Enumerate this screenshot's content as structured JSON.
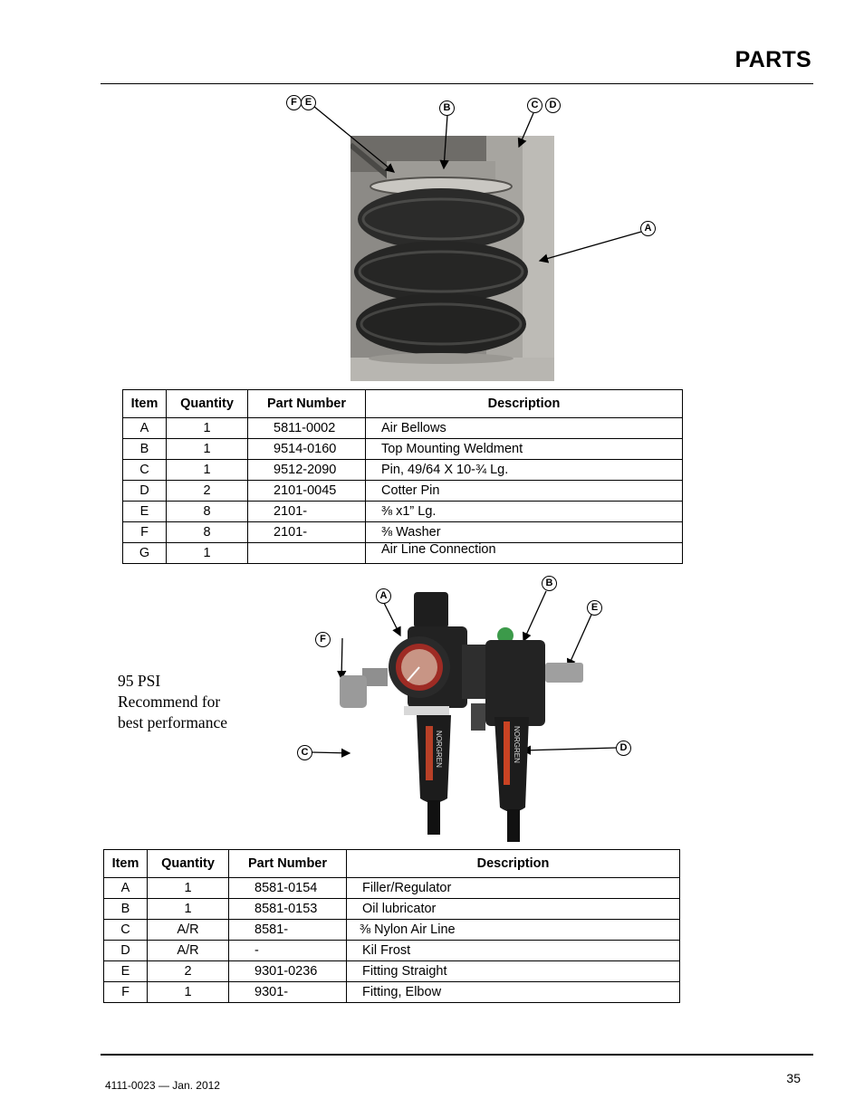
{
  "header": {
    "title": "PARTS"
  },
  "figure1": {
    "callouts": {
      "f": "F",
      "e": "E",
      "b": "B",
      "c": "C",
      "d": "D",
      "a": "A"
    }
  },
  "table1": {
    "headers": [
      "Item",
      "Quantity",
      "Part Number",
      "Description"
    ],
    "rows": [
      [
        "A",
        "1",
        "5811-0002",
        "Air Bellows"
      ],
      [
        "B",
        "1",
        "9514-0160",
        "Top Mounting Weldment"
      ],
      [
        "C",
        "1",
        "9512-2090",
        "Pin, 49/64 X 10-¾ Lg."
      ],
      [
        "D",
        "2",
        "2101-0045",
        "Cotter Pin"
      ],
      [
        "E",
        "8",
        "2101-",
        "⅜  x1” Lg."
      ],
      [
        "F",
        "8",
        "2101-",
        "⅜ Washer"
      ],
      [
        "G",
        "1",
        "",
        "Air Line Connection"
      ]
    ]
  },
  "figure2": {
    "callouts": {
      "a": "A",
      "b": "B",
      "e": "E",
      "f": "F",
      "c": "C",
      "d": "D"
    },
    "note": [
      "95 PSI",
      "Recommend for",
      "best performance"
    ],
    "brand_text": "NORGREN"
  },
  "table2": {
    "headers": [
      "Item",
      "Quantity",
      "Part Number",
      "Description"
    ],
    "rows": [
      [
        "A",
        "1",
        "8581-0154",
        "Filler/Regulator"
      ],
      [
        "B",
        "1",
        "8581-0153",
        "Oil lubricator"
      ],
      [
        "C",
        "A/R",
        "8581-",
        "⅜ Nylon Air Line"
      ],
      [
        "D",
        "A/R",
        "-",
        "Kil Frost"
      ],
      [
        "E",
        "2",
        "9301-0236",
        "Fitting Straight"
      ],
      [
        "F",
        "1",
        "9301-",
        "Fitting, Elbow"
      ]
    ]
  },
  "footer": {
    "doc_id": "4111-0023 — Jan. 2012",
    "page": "35"
  }
}
